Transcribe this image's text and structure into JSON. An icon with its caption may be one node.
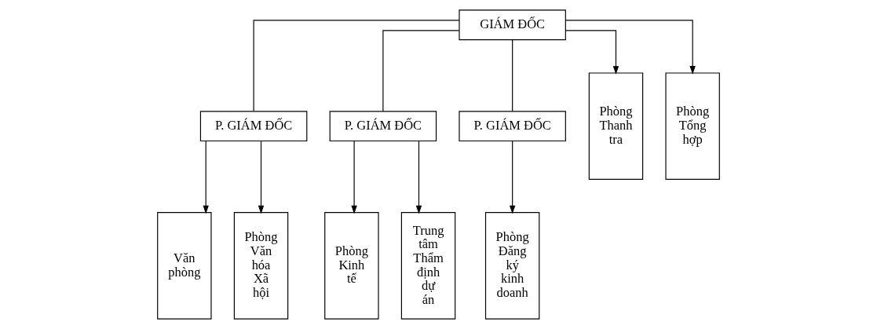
{
  "diagram": {
    "nodes": [
      {
        "text": [
          "GIÁM ĐỐC"
        ]
      },
      {
        "text": [
          "P. GIÁM ĐỐC"
        ]
      },
      {
        "text": [
          "P. GIÁM ĐỐC"
        ]
      },
      {
        "text": [
          "P. GIÁM ĐỐC"
        ]
      },
      {
        "text": [
          "Văn phòng"
        ]
      },
      {
        "text": [
          "Phòng Văn hóa Xã hội"
        ]
      },
      {
        "text": [
          "Phòng Kinh tế"
        ]
      },
      {
        "text": [
          "Trung tâm Thẩm định dự án"
        ]
      },
      {
        "text": [
          "Phòng Đăng ký kinh doanh"
        ]
      },
      {
        "text": [
          "Phòng Thanh tra"
        ]
      },
      {
        "text": [
          "Phòng Tổng hợp"
        ]
      }
    ],
    "edges": [
      {
        "from": 0,
        "to": 1,
        "arrow": "none"
      },
      {
        "from": 0,
        "to": 2,
        "arrow": "none"
      },
      {
        "from": 0,
        "to": 3,
        "arrow": "none"
      },
      {
        "from": 0,
        "to": 9,
        "arrow": "to"
      },
      {
        "from": 0,
        "to": 10,
        "arrow": "to"
      },
      {
        "from": 1,
        "to": 4,
        "arrow": "to"
      },
      {
        "from": 1,
        "to": 5,
        "arrow": "to"
      },
      {
        "from": 2,
        "to": 6,
        "arrow": "to"
      },
      {
        "from": 2,
        "to": 7,
        "arrow": "to"
      },
      {
        "from": 3,
        "to": 8,
        "arrow": "to"
      }
    ]
  }
}
